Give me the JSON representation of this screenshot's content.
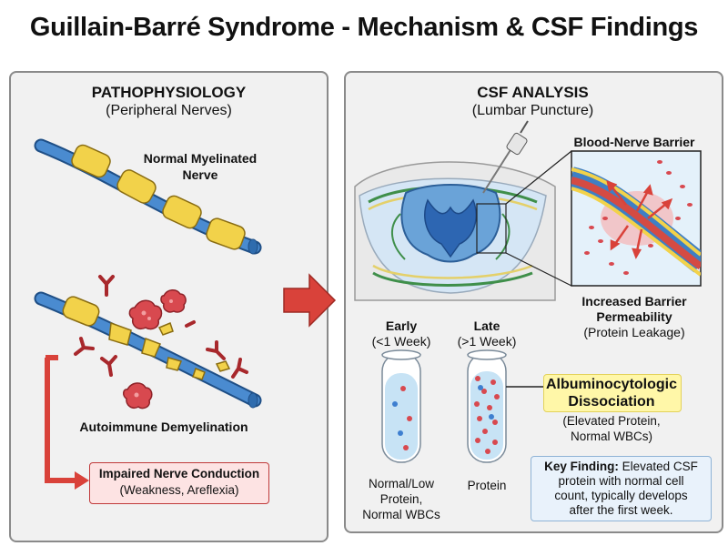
{
  "title": "Guillain-Barré Syndrome - Mechanism & CSF Findings",
  "left": {
    "heading": "PATHOPHYSIOLOGY",
    "subheading": "(Peripheral Nerves)",
    "normal_label_1": "Normal Myelinated",
    "normal_label_2": "Nerve",
    "demyelination_label": "Autoimmune Demyelination",
    "conduction_title": "Impaired Nerve Conduction",
    "conduction_sub": "(Weakness, Areflexia)"
  },
  "right": {
    "heading": "CSF ANALYSIS",
    "subheading": "(Lumbar Puncture)",
    "barrier_label": "Blood-Nerve Barrier",
    "permeability_1": "Increased Barrier",
    "permeability_2": "Permeability",
    "permeability_3": "(Protein Leakage)",
    "early_1": "Early",
    "early_2": "(<1 Week)",
    "late_1": "Late",
    "late_2": "(>1 Week)",
    "early_caption_1": "Normal/Low",
    "early_caption_2": "Protein,",
    "early_caption_3": "Normal WBCs",
    "late_caption": "Protein",
    "dissociation_1": "Albuminocytologic",
    "dissociation_2": "Dissociation",
    "elevated_1": "(Elevated Protein,",
    "elevated_2": "Normal WBCs)",
    "key_bold": "Key Finding:",
    "key_text_1": " Elevated CSF",
    "key_text_2": "protein with normal cell",
    "key_text_3": "count, typically develops",
    "key_text_4": "after the first week."
  },
  "colors": {
    "axon": "#3f7fc4",
    "myelin": "#f2d24a",
    "arrow_red": "#d9423a",
    "protein": "#d8494f",
    "wbc": "#3e7fd0",
    "callout_yellow": "#fff7a8",
    "impaired_bg": "#fde3e3"
  }
}
